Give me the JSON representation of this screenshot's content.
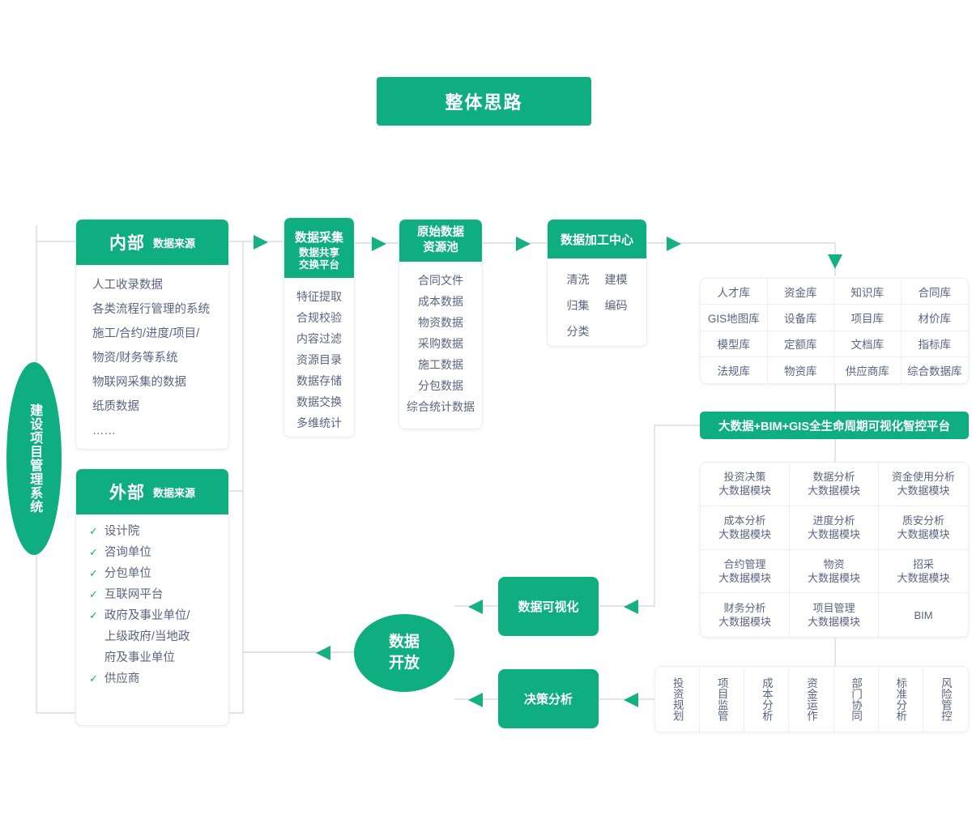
{
  "title": {
    "text": "整体思路"
  },
  "system": {
    "label": "建设项目管理系统"
  },
  "internal": {
    "head_big": "内部",
    "head_small": "数据来源",
    "items": [
      "人工收录数据",
      "各类流程行管理的系统",
      "施工/合约/进度/项目/",
      "物资/财务等系统",
      "物联网采集的数据",
      "纸质数据",
      "……"
    ]
  },
  "external": {
    "head_big": "外部",
    "head_small": "数据来源",
    "check": "✓",
    "items": [
      "设计院",
      "咨询单位",
      "分包单位",
      "互联网平台",
      "政府及事业单位/\n上级政府/当地政\n府及事业单位",
      "供应商"
    ]
  },
  "collect": {
    "head_line1": "数据采集",
    "head_line2": "数据共享\n交换平台",
    "items": [
      "特征提取",
      "合规校验",
      "内容过滤",
      "资源目录",
      "数据存储",
      "数据交换",
      "多维统计"
    ]
  },
  "pool": {
    "head": "原始数据\n资源池",
    "items": [
      "合同文件",
      "成本数据",
      "物资数据",
      "采购数据",
      "施工数据",
      "分包数据",
      "综合统计数据"
    ]
  },
  "process": {
    "head": "数据加工中心",
    "items": [
      "清洗",
      "建模",
      "归集",
      "编码",
      "分类"
    ]
  },
  "libraries": {
    "items": [
      "人才库",
      "资金库",
      "知识库",
      "合同库",
      "GIS地图库",
      "设备库",
      "项目库",
      "材价库",
      "模型库",
      "定额库",
      "文档库",
      "指标库",
      "法规库",
      "物资库",
      "供应商库",
      "综合数据库"
    ]
  },
  "platform": {
    "label": "大数据+BIM+GIS全生命周期可视化智控平台"
  },
  "modules": {
    "items": [
      {
        "line1": "投资决策",
        "line2": "大数据模块"
      },
      {
        "line1": "数据分析",
        "line2": "大数据模块"
      },
      {
        "line1": "资金使用分析",
        "line2": "大数据模块"
      },
      {
        "line1": "成本分析",
        "line2": "大数据模块"
      },
      {
        "line1": "进度分析",
        "line2": "大数据模块"
      },
      {
        "line1": "质安分析",
        "line2": "大数据模块"
      },
      {
        "line1": "合约管理",
        "line2": "大数据模块"
      },
      {
        "line1": "物资",
        "line2": "大数据模块"
      },
      {
        "line1": "招采",
        "line2": "大数据模块"
      },
      {
        "line1": "财务分析",
        "line2": "大数据模块"
      },
      {
        "line1": "项目管理",
        "line2": "大数据模块"
      },
      {
        "line1": "BIM",
        "line2": ""
      }
    ]
  },
  "bottom_row": {
    "items": [
      "投资规划",
      "项目监管",
      "成本分析",
      "资金运作",
      "部门协同",
      "标准分析",
      "风险管控"
    ]
  },
  "nodes": {
    "visualization": "数据可视化",
    "decision": "决策分析",
    "open_data_line1": "数据",
    "open_data_line2": "开放"
  },
  "colors": {
    "brand_green": "#0fae80",
    "text_slate": "#5b6480",
    "line_gray": "#d9dce2",
    "border_gray": "#eceef2"
  }
}
